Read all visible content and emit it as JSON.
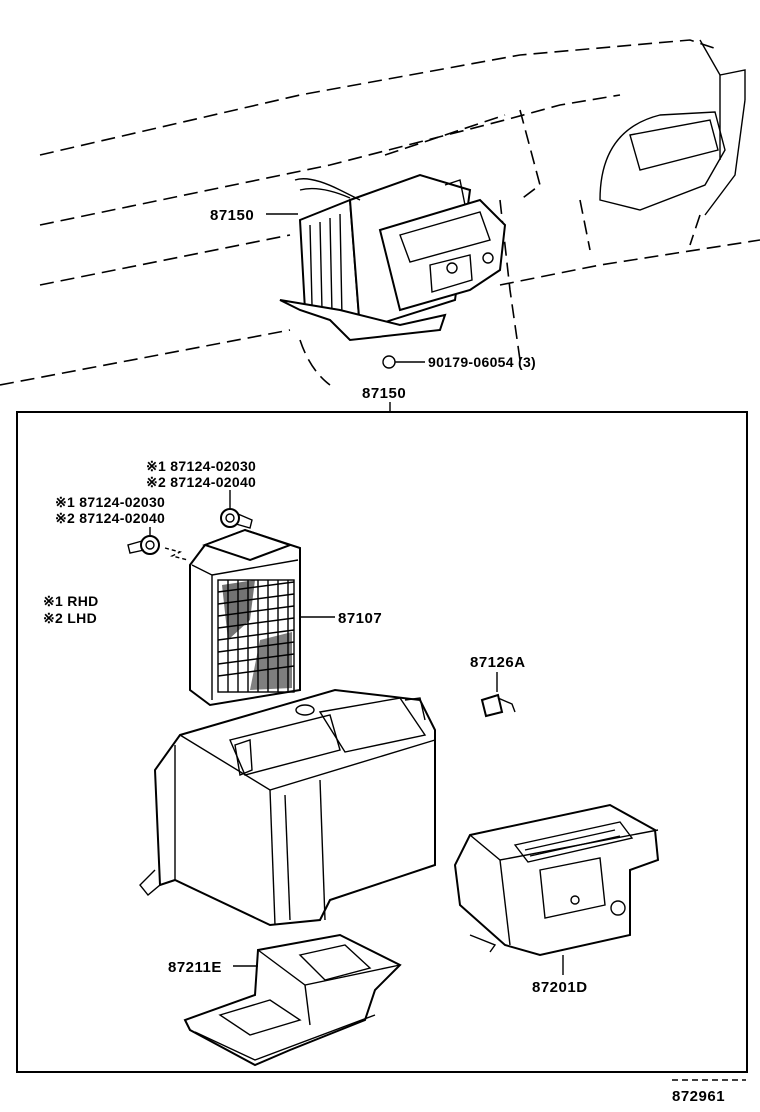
{
  "callouts": {
    "top_assembly": "87150",
    "box_assembly": "87150",
    "screw": "90179-06054 (3)",
    "valve_upper_1": "※1 87124-02030",
    "valve_upper_2": "※2 87124-02040",
    "valve_lower_1": "※1  87124-02030",
    "valve_lower_2": "※2  87124-02040",
    "legend_1": "※1    RHD",
    "legend_2": "※2    LHD",
    "heater_core": "87107",
    "clip": "87126A",
    "lower_case": "87211E",
    "blower_case": "87201D",
    "figure_number": "872961"
  }
}
